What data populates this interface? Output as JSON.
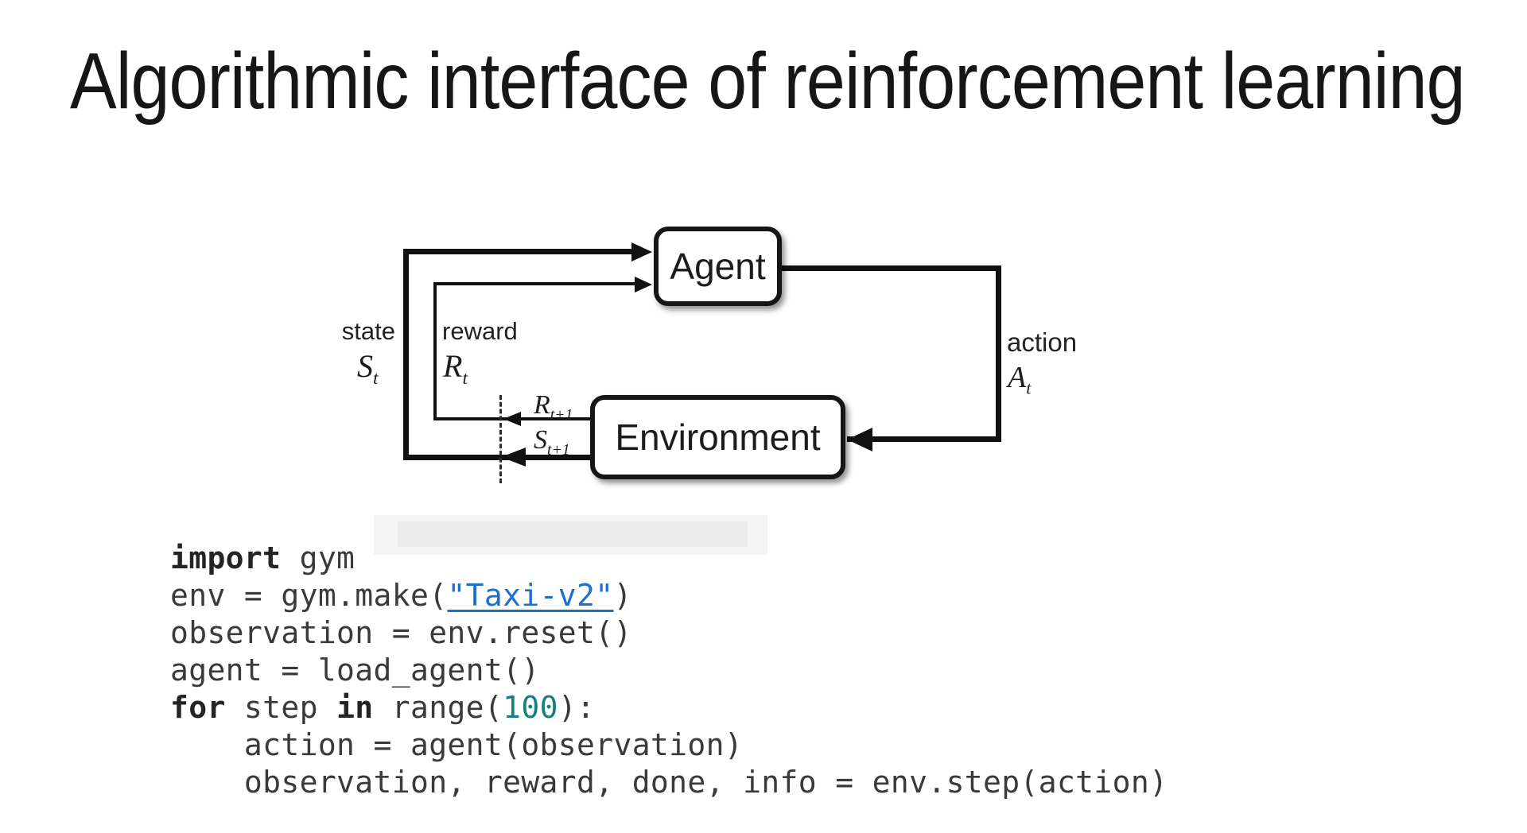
{
  "slide": {
    "title": "Algorithmic interface of reinforcement learning"
  },
  "diagram": {
    "agent_label": "Agent",
    "environment_label": "Environment",
    "state_label": "state",
    "state_symbol": {
      "main": "S",
      "sub": "t"
    },
    "reward_label": "reward",
    "reward_symbol": {
      "main": "R",
      "sub": "t"
    },
    "action_label": "action",
    "action_symbol": {
      "main": "A",
      "sub": "t"
    },
    "next_reward_symbol": {
      "main": "R",
      "sub": "t+1"
    },
    "next_state_symbol": {
      "main": "S",
      "sub": "t+1"
    }
  },
  "code": {
    "lines": [
      {
        "tokens": [
          {
            "text": "import",
            "type": "keyword"
          },
          {
            "text": " gym",
            "type": "plain"
          }
        ]
      },
      {
        "tokens": [
          {
            "text": "env = gym.make(",
            "type": "plain"
          },
          {
            "text": "\"Taxi-v2\"",
            "type": "link"
          },
          {
            "text": ")",
            "type": "plain"
          }
        ]
      },
      {
        "tokens": [
          {
            "text": "observation = env.reset()",
            "type": "plain"
          }
        ]
      },
      {
        "tokens": [
          {
            "text": "agent = load_agent()",
            "type": "plain"
          }
        ]
      },
      {
        "tokens": [
          {
            "text": "for",
            "type": "keyword"
          },
          {
            "text": " step ",
            "type": "plain"
          },
          {
            "text": "in",
            "type": "keyword"
          },
          {
            "text": " range(",
            "type": "plain"
          },
          {
            "text": "100",
            "type": "number"
          },
          {
            "text": "):",
            "type": "plain"
          }
        ]
      },
      {
        "tokens": [
          {
            "text": "    action = agent(observation)",
            "type": "plain"
          }
        ]
      },
      {
        "tokens": [
          {
            "text": "    observation, reward, done, info = env.step(action)",
            "type": "plain"
          }
        ]
      }
    ]
  },
  "colors": {
    "link_blue": "#1b6ed2",
    "number_teal": "#17807f",
    "keyword_dark": "#242424",
    "code_text": "#3a3a3a",
    "diagram_ink": "#111111"
  }
}
